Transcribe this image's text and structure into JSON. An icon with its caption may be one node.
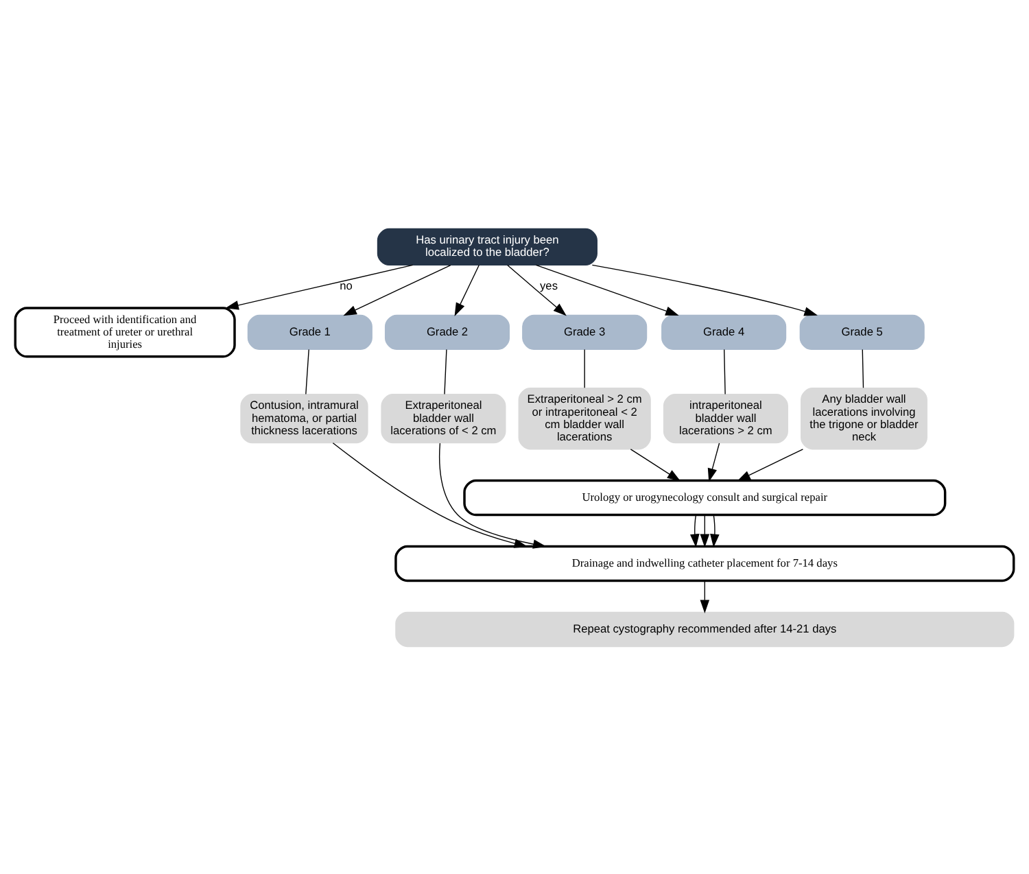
{
  "diagram": {
    "nodes": [
      {
        "text": [
          "Has urinary tract injury been localized to the bladder?"
        ]
      },
      {
        "text": [
          "Proceed with identification and treatment of ureter or urethral injuries"
        ]
      },
      {
        "text": [
          "Grade 1"
        ]
      },
      {
        "text": [
          "Grade 2"
        ]
      },
      {
        "text": [
          "Grade 3"
        ]
      },
      {
        "text": [
          "Grade 4"
        ]
      },
      {
        "text": [
          "Grade 5"
        ]
      },
      {
        "text": [
          "Contusion, intramural hematoma, or partial thickness lacerations"
        ]
      },
      {
        "text": [
          "Extraperitoneal bladder wall lacerations of < 2 cm"
        ]
      },
      {
        "text": [
          "Extraperitoneal > 2 cm or intraperitoneal < 2 cm bladder wall lacerations"
        ]
      },
      {
        "text": [
          "intraperitoneal bladder wall lacerations > 2 cm"
        ]
      },
      {
        "text": [
          "Any bladder wall lacerations involving the trigone or bladder neck"
        ]
      },
      {
        "text": [
          "Urology or urogynecology consult and surgical repair"
        ]
      },
      {
        "text": [
          "Drainage and indwelling catheter placement for 7-14 days"
        ]
      },
      {
        "text": [
          "Repeat cystography recommended after 14-21 days"
        ]
      }
    ],
    "edges": [
      {
        "from": 0,
        "to": 1,
        "arrow": "to",
        "label": "no"
      },
      {
        "from": 0,
        "to": 2,
        "arrow": "to"
      },
      {
        "from": 0,
        "to": 3,
        "arrow": "to"
      },
      {
        "from": 0,
        "to": 4,
        "arrow": "to",
        "label": "yes"
      },
      {
        "from": 0,
        "to": 5,
        "arrow": "to"
      },
      {
        "from": 0,
        "to": 6,
        "arrow": "to"
      },
      {
        "from": 2,
        "to": 7,
        "arrow": "none"
      },
      {
        "from": 3,
        "to": 8,
        "arrow": "none"
      },
      {
        "from": 4,
        "to": 9,
        "arrow": "none"
      },
      {
        "from": 5,
        "to": 10,
        "arrow": "none"
      },
      {
        "from": 6,
        "to": 11,
        "arrow": "none"
      },
      {
        "from": 7,
        "to": 13,
        "arrow": "to"
      },
      {
        "from": 8,
        "to": 13,
        "arrow": "to"
      },
      {
        "from": 9,
        "to": 12,
        "arrow": "to"
      },
      {
        "from": 10,
        "to": 12,
        "arrow": "to"
      },
      {
        "from": 11,
        "to": 12,
        "arrow": "to"
      },
      {
        "from": 12,
        "to": 13,
        "arrow": "to"
      },
      {
        "from": 12,
        "to": 13,
        "arrow": "to"
      },
      {
        "from": 12,
        "to": 13,
        "arrow": "to"
      },
      {
        "from": 13,
        "to": 14,
        "arrow": "to"
      }
    ]
  }
}
